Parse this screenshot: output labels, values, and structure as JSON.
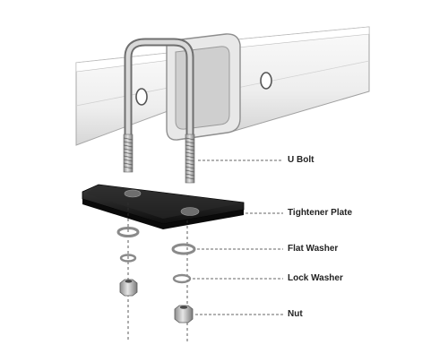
{
  "callouts": [
    {
      "id": "u-bolt",
      "label": "U Bolt"
    },
    {
      "id": "tightener-plate",
      "label": "Tightener Plate"
    },
    {
      "id": "flat-washer",
      "label": "Flat Washer"
    },
    {
      "id": "lock-washer",
      "label": "Lock Washer"
    },
    {
      "id": "nut",
      "label": "Nut"
    }
  ],
  "colors": {
    "tube": "#f2f2f2",
    "tube_edge": "#9a9a9a",
    "plate": "#1c1c1c",
    "metal": "#bfbfbf",
    "leader": "#333333"
  }
}
